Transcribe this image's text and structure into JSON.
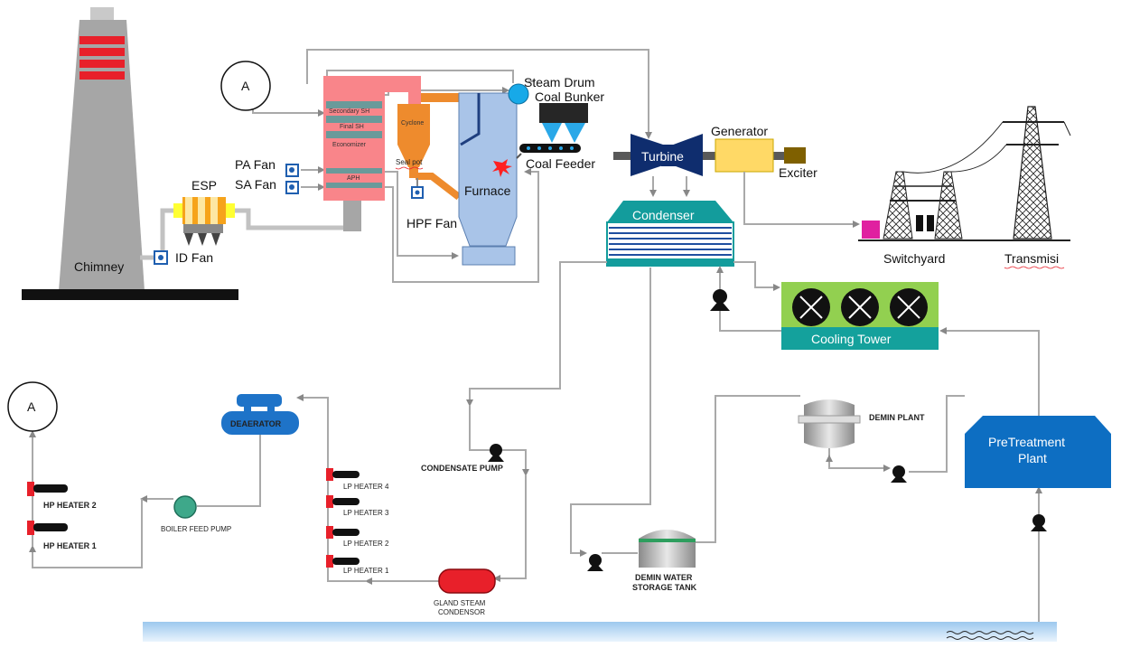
{
  "labels": {
    "chimney": "Chimney",
    "esp": "ESP",
    "id_fan": "ID Fan",
    "pa_fan": "PA Fan",
    "sa_fan": "SA Fan",
    "secondary_sh": "Secondary SH",
    "final_sh": "Final SH",
    "economizer": "Economizer",
    "aph": "APH",
    "cyclone": "Cyclone",
    "seal_pot": "Seal pot",
    "hpf_fan": "HPF Fan",
    "furnace": "Furnace",
    "steam_drum": "Steam Drum",
    "coal_bunker": "Coal Bunker",
    "coal_feeder": "Coal Feeder",
    "turbine": "Turbine",
    "generator": "Generator",
    "exciter": "Exciter",
    "condenser": "Condenser",
    "switchyard": "Switchyard",
    "transmisi": "Transmisi",
    "cooling_tower": "Cooling Tower",
    "connector_a_top": "A",
    "connector_a_bottom": "A",
    "deaerator": "DEAERATOR",
    "hp_heater_2": "HP HEATER 2",
    "hp_heater_1": "HP HEATER 1",
    "boiler_feed_pump": "BOILER FEED PUMP",
    "lp_heater_4": "LP HEATER 4",
    "lp_heater_3": "LP HEATER 3",
    "lp_heater_2": "LP HEATER 2",
    "lp_heater_1": "LP HEATER 1",
    "condensate_pump": "CONDENSATE PUMP",
    "gland_steam_condensor_1": "GLAND STEAM",
    "gland_steam_condensor_2": "CONDENSOR",
    "demin_plant": "DEMIN PLANT",
    "demin_water_1": "DEMIN WATER",
    "demin_water_2": "STORAGE TANK",
    "pretreatment_1": "PreTreatment",
    "pretreatment_2": "Plant"
  },
  "colors": {
    "boiler_pink": "#f9858a",
    "furnace_blue": "#a9c4e8",
    "cyclone_orange": "#ee8b2d",
    "turbine_navy": "#0f2d6e",
    "generator_yellow": "#ffd966",
    "exciter_brown": "#7f6000",
    "condenser_teal": "#139c9c",
    "cooling_green": "#92d050",
    "cooling_teal": "#14a19c",
    "pretreat_blue": "#0d6ec2",
    "deaerator_blue": "#1e73c8",
    "chimney_stripe": "#e8202a",
    "water_blue": "#cfe4f7"
  }
}
